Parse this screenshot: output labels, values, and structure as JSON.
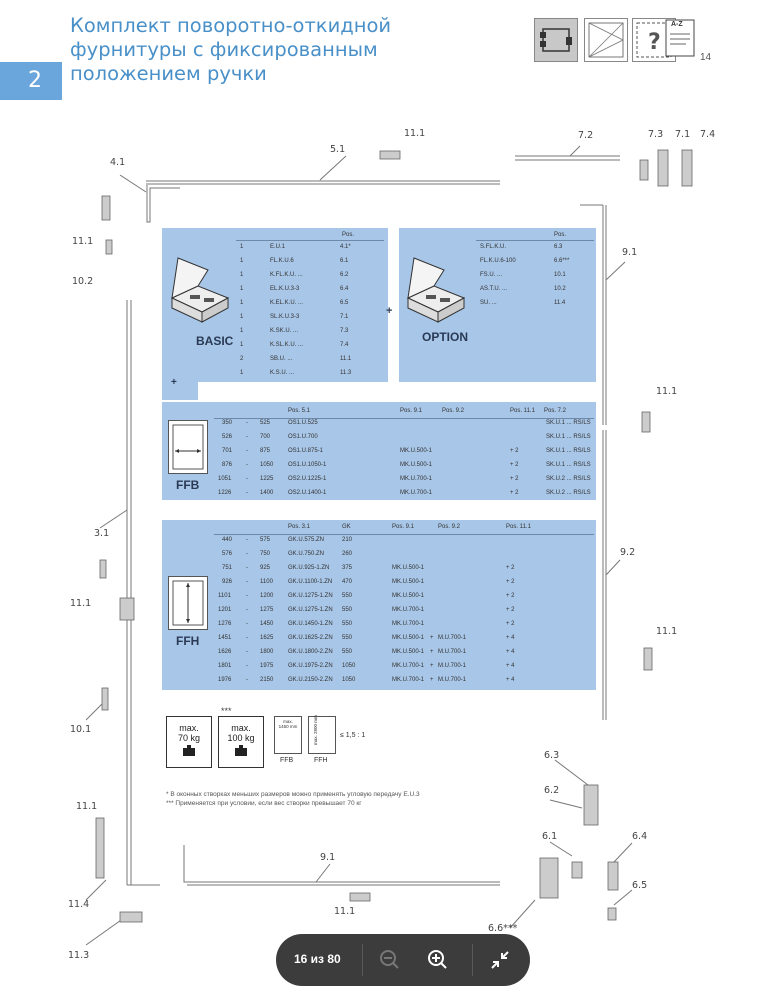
{
  "header": {
    "title_lines": [
      "Комплект поворотно-откидной",
      "фурнитуры с фиксированным",
      "положением ручки"
    ],
    "page_tab": "2",
    "az_icon": "A-Z",
    "page_ref": "14"
  },
  "labels": {
    "l11_1_top": "11.1",
    "l5_1": "5.1",
    "l7_2": "7.2",
    "l7_3": "7.3",
    "l7_1": "7.1",
    "l7_4": "7.4",
    "l4_1": "4.1",
    "l11_1_a": "11.1",
    "l10_2": "10.2",
    "l9_1": "9.1",
    "l11_1_b": "11.1",
    "l3_1": "3.1",
    "l9_2": "9.2",
    "l11_1_c": "11.1",
    "l11_1_d": "11.1",
    "l10_1": "10.1",
    "l11_1_e": "11.1",
    "l11_4": "11.4",
    "l11_3": "11.3",
    "l9_1_b": "9.1",
    "l11_1_f": "11.1",
    "l6_3": "6.3",
    "l6_2": "6.2",
    "l6_1": "6.1",
    "l6_4": "6.4",
    "l6_5": "6.5",
    "l6_6": "6.6***"
  },
  "basic": {
    "kit_label": "BASIC",
    "pos_header": "Pos.",
    "rows": [
      [
        "1",
        "E.U.1",
        "4.1*"
      ],
      [
        "1",
        "FL.K.U.6",
        "6.1"
      ],
      [
        "1",
        "K.FL.K.U. ...",
        "6.2"
      ],
      [
        "1",
        "EL.K.U.3-3",
        "6.4"
      ],
      [
        "1",
        "K.EL.K.U. ...",
        "6.5"
      ],
      [
        "1",
        "SL.K.U.3-3",
        "7.1"
      ],
      [
        "1",
        "K.SK.U. ...",
        "7.3"
      ],
      [
        "1",
        "K.SL.K.U. ...",
        "7.4"
      ],
      [
        "2",
        "SB.U. ...",
        "11.1"
      ],
      [
        "1",
        "K.S.U. ...",
        "11.3"
      ]
    ]
  },
  "option": {
    "kit_label": "OPTION",
    "pos_header": "Pos.",
    "rows": [
      [
        "S.FL.K.U.",
        "6.3"
      ],
      [
        "FL.K.U.6-100",
        "6.6***"
      ],
      [
        "FS.U. ...",
        "10.1"
      ],
      [
        "AS.T.U. ...",
        "10.2"
      ],
      [
        "SU. ...",
        "11.4"
      ]
    ]
  },
  "plus_a": "+",
  "plus_b": "+",
  "ffb": {
    "label": "FFB",
    "headers": [
      "Pos. 5.1",
      "Pos. 9.1",
      "Pos. 9.2",
      "Pos. 11.1",
      "Pos. 7.2"
    ],
    "rows": [
      [
        "350",
        "-",
        "525",
        "OS1.U.525",
        "",
        "",
        "",
        "SK.U.1 ... RS/LS"
      ],
      [
        "526",
        "-",
        "700",
        "OS1.U.700",
        "",
        "",
        "",
        "SK.U.1 ... RS/LS"
      ],
      [
        "701",
        "-",
        "875",
        "OS1.U.875-1",
        "MK.U.500-1",
        "",
        "+ 2",
        "SK.U.1 ... RS/LS"
      ],
      [
        "876",
        "-",
        "1050",
        "OS1.U.1050-1",
        "MK.U.500-1",
        "",
        "+ 2",
        "SK.U.1 ... RS/LS"
      ],
      [
        "1051",
        "-",
        "1225",
        "OS2.U.1225-1",
        "MK.U.700-1",
        "",
        "+ 2",
        "SK.U.2 ... RS/LS"
      ],
      [
        "1226",
        "-",
        "1400",
        "OS2.U.1400-1",
        "MK.U.700-1",
        "",
        "+ 2",
        "SK.U.2 ... RS/LS"
      ]
    ]
  },
  "ffh": {
    "label": "FFH",
    "headers": [
      "Pos. 3.1",
      "GK",
      "Pos. 9.1",
      "Pos. 9.2",
      "Pos. 11.1"
    ],
    "rows": [
      [
        "440",
        "-",
        "575",
        "GK.U.575.ZN",
        "210",
        "",
        "",
        "",
        ""
      ],
      [
        "576",
        "-",
        "750",
        "GK.U.750.ZN",
        "260",
        "",
        "",
        "",
        ""
      ],
      [
        "751",
        "-",
        "925",
        "GK.U.925-1.ZN",
        "375",
        "MK.U.500-1",
        "",
        "",
        "+ 2"
      ],
      [
        "926",
        "-",
        "1100",
        "GK.U.1100-1.ZN",
        "470",
        "MK.U.500-1",
        "",
        "",
        "+ 2"
      ],
      [
        "1101",
        "-",
        "1200",
        "GK.U.1275-1.ZN",
        "550",
        "MK.U.500-1",
        "",
        "",
        "+ 2"
      ],
      [
        "1201",
        "-",
        "1275",
        "GK.U.1275-1.ZN",
        "550",
        "MK.U.700-1",
        "",
        "",
        "+ 2"
      ],
      [
        "1276",
        "-",
        "1450",
        "GK.U.1450-1.ZN",
        "550",
        "MK.U.700-1",
        "",
        "",
        "+ 2"
      ],
      [
        "1451",
        "-",
        "1625",
        "GK.U.1625-2.ZN",
        "550",
        "MK.U.500-1",
        "+",
        "M.U.700-1",
        "+ 4"
      ],
      [
        "1626",
        "-",
        "1800",
        "GK.U.1800-2.ZN",
        "550",
        "MK.U.500-1",
        "+",
        "M.U.700-1",
        "+ 4"
      ],
      [
        "1801",
        "-",
        "1975",
        "GK.U.1975-2.ZN",
        "1050",
        "MK.U.700-1",
        "+",
        "M.U.700-1",
        "+ 4"
      ],
      [
        "1976",
        "-",
        "2150",
        "GK.U.2150-2.ZN",
        "1050",
        "MK.U.700-1",
        "+",
        "M.U.700-1",
        "+ 4"
      ]
    ]
  },
  "limits": {
    "stars": "***",
    "w1_a": "max.",
    "w1_b": "70 kg",
    "w2_a": "max.",
    "w2_b": "100 kg",
    "ffb_max_a": "max.",
    "ffb_max_b": "1450 mm",
    "ffb_lbl": "FFB",
    "ffh_max_a": "max.",
    "ffh_max_b": "2800 mm",
    "ffh_lbl": "FFH",
    "ratio": "≤ 1,5 : 1"
  },
  "notes": [
    "* В оконных створках меньших размеров можно применять угловую передачу E.U.3",
    "*** Применяется при условии, если вес створки превышает 70 кг"
  ],
  "toolbar": {
    "page_info": "16 из 80"
  }
}
